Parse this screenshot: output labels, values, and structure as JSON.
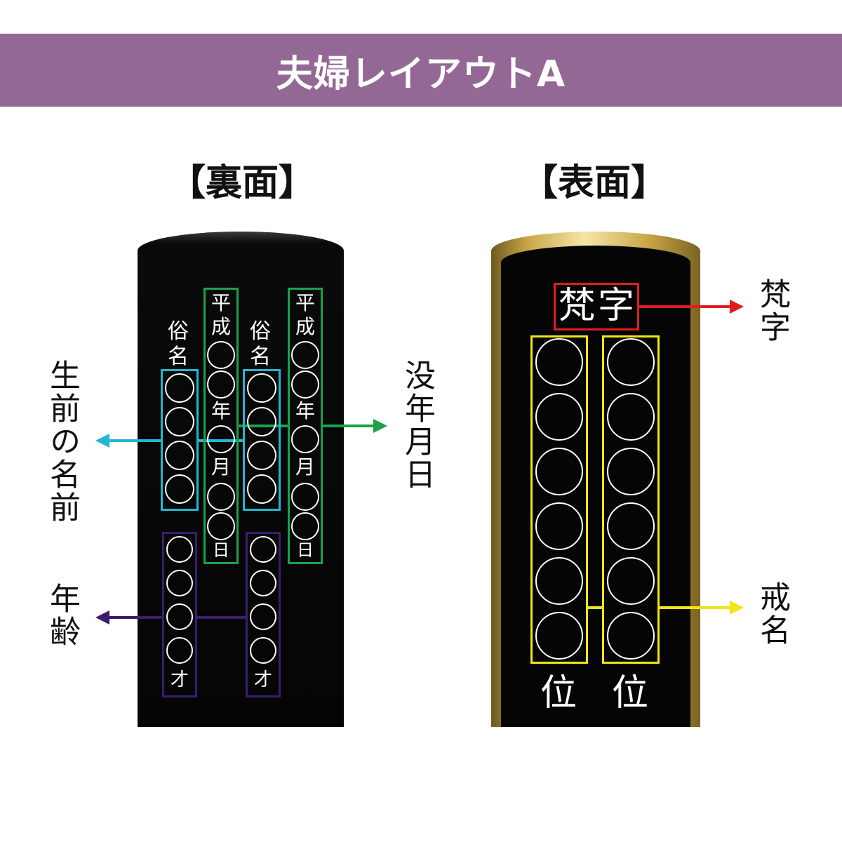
{
  "title": "夫婦レイアウトA",
  "back_heading": "【裏面】",
  "front_heading": "【表面】",
  "labels": {
    "living_name": "生前の名前",
    "age": "年齢",
    "death_date": "没年月日",
    "bonji": "梵字",
    "kaimyo": "戒名"
  },
  "tablet_text": {
    "zokumyo_1": "俗",
    "zokumyo_2": "名",
    "heisei_1": "平",
    "heisei_2": "成",
    "year": "年",
    "month": "月",
    "day": "日",
    "sai": "才",
    "bonji_1": "梵",
    "bonji_2": "字",
    "i": "位"
  },
  "colors": {
    "banner": "#946895",
    "living_name": "#22b8cf",
    "age": "#3a1d6e",
    "death_date": "#1aa14a",
    "bonji": "#e01b24",
    "kaimyo": "#f0e614"
  }
}
